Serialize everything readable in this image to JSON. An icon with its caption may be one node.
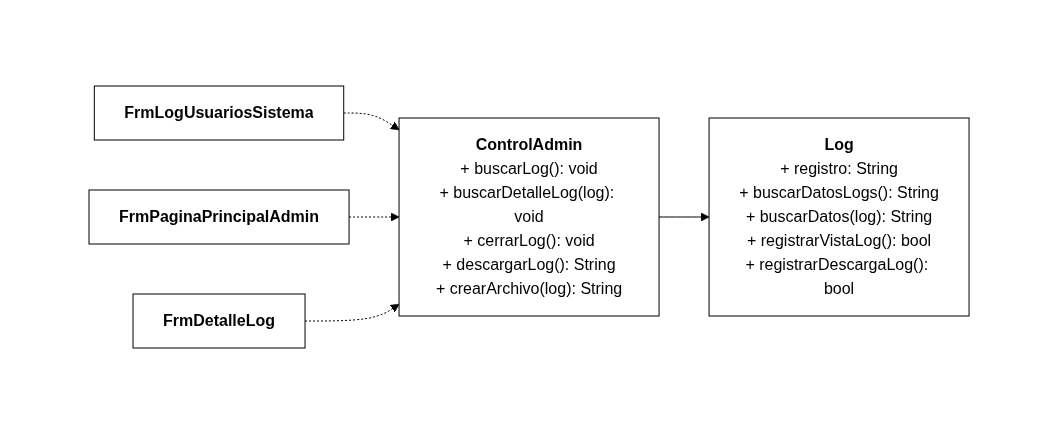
{
  "diagram": {
    "nodes": [
      {
        "text": [
          "FrmLogUsuariosSistema"
        ]
      },
      {
        "text": [
          "FrmPaginaPrincipalAdmin"
        ]
      },
      {
        "text": [
          "ControlAdmin",
          "+ buscarLog(): void",
          "+ buscarDetalleLog(log): void",
          "+ cerrarLog(): void",
          "+ descargarLog(): String",
          "+ crearArchivo(log): String"
        ]
      },
      {
        "text": [
          "Log",
          "+ registro: String",
          "+ buscarDatosLogs(): String",
          "+ buscarDatos(log): String",
          "+ registrarVistaLog(): bool",
          "+ registrarDescargaLog(): bool"
        ]
      },
      {
        "text": [
          "FrmDetalleLog"
        ]
      }
    ],
    "edges": [
      {
        "from": 0,
        "to": 2,
        "arrow": "to",
        "style": "dashed"
      },
      {
        "from": 1,
        "to": 2,
        "arrow": "to",
        "style": "dashed"
      },
      {
        "from": 2,
        "to": 3,
        "arrow": "to"
      },
      {
        "from": 4,
        "to": 2,
        "arrow": "to",
        "style": "dashed"
      }
    ]
  }
}
